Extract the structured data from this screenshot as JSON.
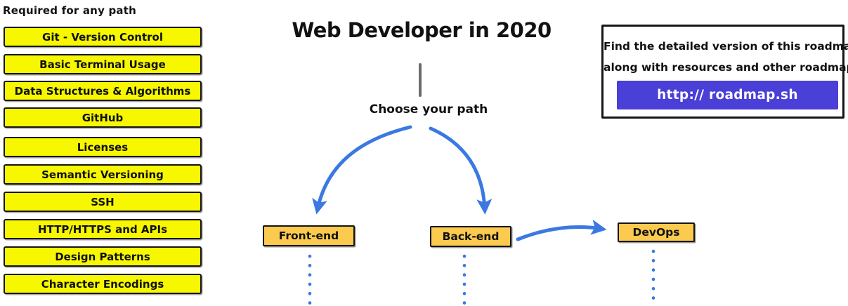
{
  "colors": {
    "highlight_yellow": "#f7f700",
    "path_orange": "#fbca4e",
    "arrow_blue": "#3b79e1",
    "button_purple": "#4a3fd6",
    "border_black": "#151515",
    "line_gray": "#6b6b6b"
  },
  "required_section": {
    "heading": "Required for any path",
    "items": [
      "Git - Version Control",
      "Basic Terminal Usage",
      "Data Structures & Algorithms",
      "GitHub",
      "Licenses",
      "Semantic Versioning",
      "SSH",
      "HTTP/HTTPS and APIs",
      "Design Patterns",
      "Character Encodings"
    ]
  },
  "main": {
    "title": "Web Developer in 2020",
    "choose_label": "Choose your path",
    "paths": [
      {
        "label": "Front-end"
      },
      {
        "label": "Back-end"
      },
      {
        "label": "DevOps"
      }
    ]
  },
  "info_box": {
    "text_line1": "Find the detailed version of this roadmap",
    "text_line2": "along with resources and other roadmaps",
    "button_label": "http:// roadmap.sh"
  }
}
